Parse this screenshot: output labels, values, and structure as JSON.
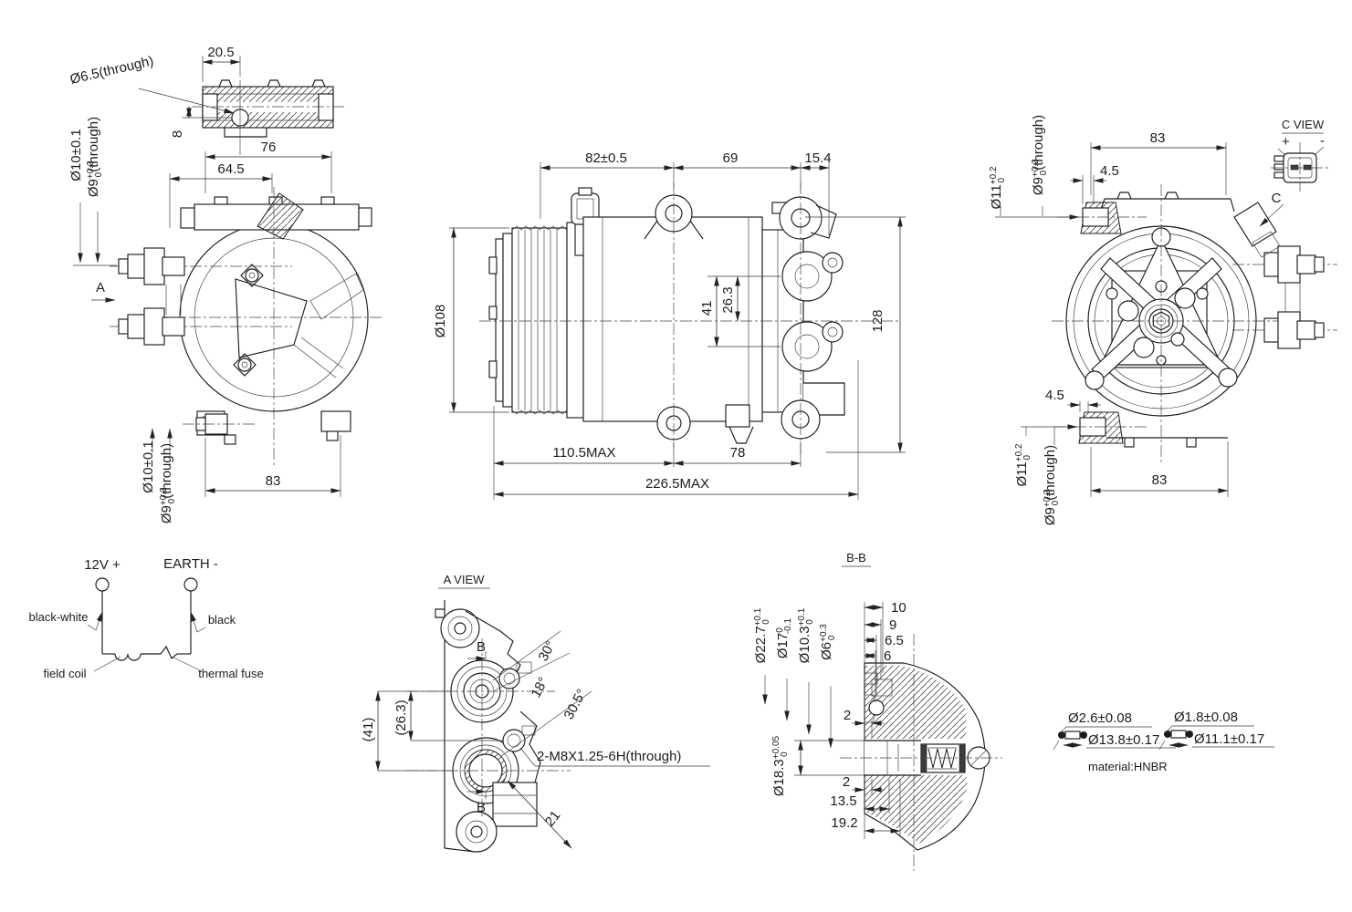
{
  "colors": {
    "ink": "#1c1c1c",
    "bg": "#ffffff"
  },
  "bushing_detail": {
    "hole_dia": "Ø6.5(through)",
    "offset_x": "20.5",
    "offset_y": "8"
  },
  "front_view": {
    "view_label": "A",
    "dim_top_overall": "76",
    "dim_top_inner": "64.5",
    "dim_bottom_width": "83",
    "port_top": {
      "outer": "Ø10±0.1",
      "inner_base": "Ø9",
      "inner_up": "+0.3",
      "inner_dn": "0",
      "inner_suffix": "(through)"
    },
    "port_bottom": {
      "outer": "Ø10±0.1",
      "inner_base": "Ø9",
      "inner_up": "+0.3",
      "inner_dn": "0",
      "inner_suffix": "(through)"
    }
  },
  "side_view": {
    "dim_pulley_to_ear": "82±0.5",
    "dim_ear_to_ear": "69",
    "dim_ear_to_rear": "15.4",
    "pulley_dia": "Ø108",
    "dim_port_span": "41",
    "dim_port_offset": "26.3",
    "dim_height": "128",
    "dim_front_max": "110.5MAX",
    "dim_lug_span": "78",
    "dim_overall_max": "226.5MAX"
  },
  "rear_view": {
    "dim_top_width": "83",
    "dim_top_boss": "4.5",
    "top_sleeve": {
      "outer_base": "Ø11",
      "outer_up": "+0.2",
      "outer_dn": "0",
      "inner_base": "Ø9",
      "inner_up": "+0.3",
      "inner_dn": "0",
      "inner_suffix": "(through)"
    },
    "dim_bottom_width": "83",
    "dim_bottom_boss": "4.5",
    "bottom_sleeve": {
      "outer_base": "Ø11",
      "outer_up": "+0.2",
      "outer_dn": "0",
      "inner_base": "Ø9",
      "inner_up": "+0.3",
      "inner_dn": "0",
      "inner_suffix": "(through)"
    }
  },
  "c_view": {
    "title": "C VIEW",
    "plus": "+",
    "minus": "-",
    "pointer": "C"
  },
  "circuit": {
    "terminal_positive": "12V +",
    "terminal_negative": "EARTH -",
    "wire_positive": "black-white",
    "wire_negative": "black",
    "coil": "field coil",
    "fuse": "thermal fuse"
  },
  "a_view": {
    "title": "A VIEW",
    "section_top": "B",
    "section_bottom": "B",
    "dim_span": "(41)",
    "dim_offset": "(26.3)",
    "angle_top": "30°",
    "angle_mid": "18°",
    "angle_bottom": "30.5°",
    "thread_note": "2-M8X1.25-6H(through)",
    "dim_boss": "21"
  },
  "bb_section": {
    "title": "B-B",
    "depth_dims": [
      "10",
      "9",
      "6.5",
      "6"
    ],
    "dia_1": {
      "base": "Ø22.7",
      "up": "+0.1",
      "dn": "0"
    },
    "dia_2": {
      "base": "Ø17",
      "up": "0",
      "dn": "-0.1"
    },
    "dia_3": {
      "base": "Ø10.3",
      "up": "+0.1",
      "dn": "0"
    },
    "dia_4": {
      "base": "Ø6",
      "up": "+0.3",
      "dn": "0"
    },
    "bore": {
      "base": "Ø18.3",
      "up": "+0.05",
      "dn": "0"
    },
    "step_top": "2",
    "step_bottom": "2",
    "dim_depth_1": "13.5",
    "dim_depth_2": "19.2"
  },
  "orings": {
    "left": {
      "cord": "Ø2.6±0.08",
      "id": "Ø13.8±0.17"
    },
    "right": {
      "cord": "Ø1.8±0.08",
      "id": "Ø11.1±0.17"
    },
    "material": "material:HNBR"
  }
}
